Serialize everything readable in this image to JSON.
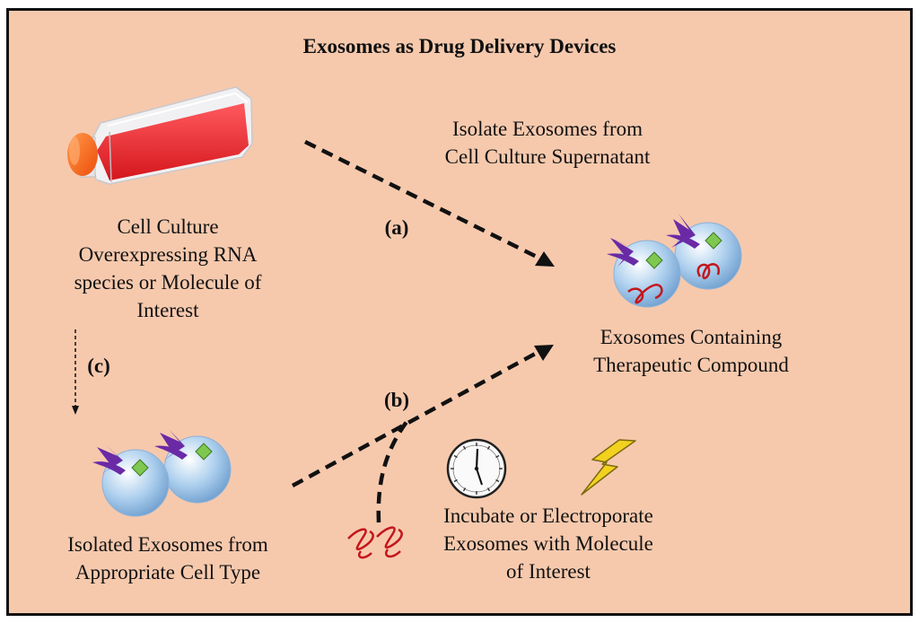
{
  "title": "Exosomes as Drug Delivery Devices",
  "labels": {
    "isolate_supernatant": "Isolate Exosomes from\nCell Culture Supernatant",
    "cell_culture": "Cell Culture\nOverexpressing RNA\nspecies or Molecule of\nInterest",
    "exosomes_containing": "Exosomes Containing\nTherapeutic Compound",
    "isolated_exosomes": "Isolated Exosomes from\nAppropriate Cell Type",
    "incubate_electroporate": "Incubate or Electroporate\nExosomes with Molecule\nof Interest"
  },
  "route_labels": {
    "a": "(a)",
    "b": "(b)",
    "c": "(c)"
  },
  "icons": [
    "culture-flask-icon",
    "exosome-icon",
    "receptor-icon",
    "rna-strand-icon",
    "clock-icon",
    "lightning-icon"
  ],
  "colors": {
    "background": "#f6c9ad",
    "exosome": "#aed0ee",
    "receptor": "#6a2aa6",
    "cargo": "#7ec850",
    "rna": "#c4161c",
    "flask_liquid": "#e63036",
    "flask_cap": "#ff6a1a",
    "lightning": "#f2d21f"
  }
}
